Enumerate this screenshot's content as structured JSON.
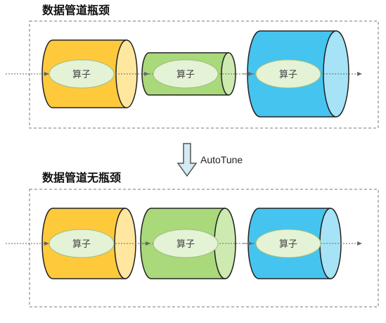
{
  "top": {
    "title": "数据管道瓶颈",
    "operators": [
      {
        "label": "算子",
        "color": "yellow"
      },
      {
        "label": "算子",
        "color": "green"
      },
      {
        "label": "算子",
        "color": "blue"
      }
    ]
  },
  "transition": {
    "label": "AutoTune"
  },
  "bottom": {
    "title": "数据管道无瓶颈",
    "operators": [
      {
        "label": "算子",
        "color": "yellow"
      },
      {
        "label": "算子",
        "color": "green"
      },
      {
        "label": "算子",
        "color": "blue"
      }
    ]
  },
  "colors": {
    "yellow_body": "#FFC93C",
    "yellow_cap": "#FFE7A0",
    "green_body": "#A9D97A",
    "green_cap": "#CDEBB0",
    "blue_body": "#45C4F0",
    "blue_cap": "#A6E3F7",
    "ellipse_fill": "#E4F2D6",
    "frame": "#777777",
    "flow_line": "#666666",
    "tune_arrow_fill": "#D4EAF4",
    "tune_arrow_stroke": "#555555"
  }
}
